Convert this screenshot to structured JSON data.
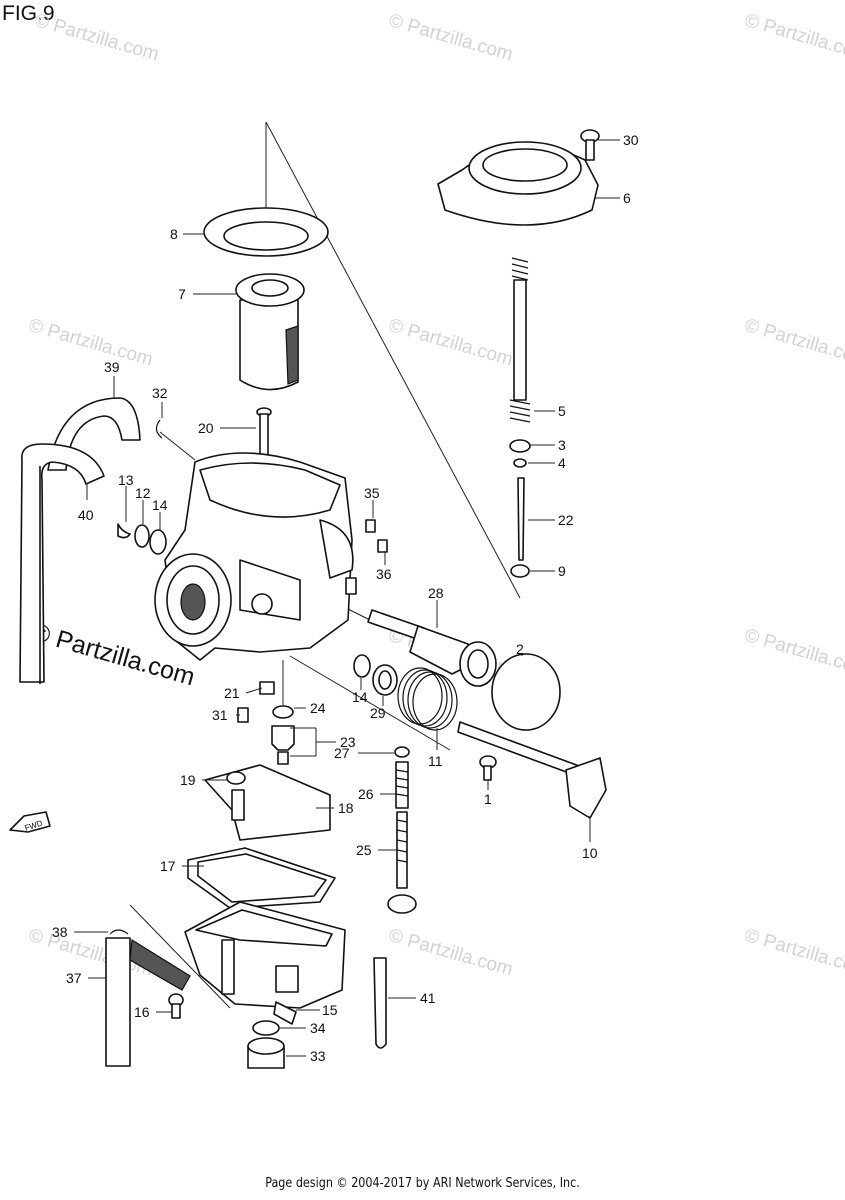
{
  "figure": {
    "title": "FIG.9"
  },
  "watermark": {
    "text": "© Partzilla.com"
  },
  "footer": {
    "text": "Page design © 2004-2017 by ARI Network Services, Inc."
  },
  "fwd_arrow": {
    "text": "FWD"
  },
  "callouts": [
    {
      "id": "30",
      "label": "30"
    },
    {
      "id": "6",
      "label": "6"
    },
    {
      "id": "8",
      "label": "8"
    },
    {
      "id": "7",
      "label": "7"
    },
    {
      "id": "39",
      "label": "39"
    },
    {
      "id": "32",
      "label": "32"
    },
    {
      "id": "5",
      "label": "5"
    },
    {
      "id": "20",
      "label": "20"
    },
    {
      "id": "3",
      "label": "3"
    },
    {
      "id": "4",
      "label": "4"
    },
    {
      "id": "40",
      "label": "40"
    },
    {
      "id": "13",
      "label": "13"
    },
    {
      "id": "12",
      "label": "12"
    },
    {
      "id": "14a",
      "label": "14"
    },
    {
      "id": "35",
      "label": "35"
    },
    {
      "id": "22",
      "label": "22"
    },
    {
      "id": "36",
      "label": "36"
    },
    {
      "id": "9",
      "label": "9"
    },
    {
      "id": "28",
      "label": "28"
    },
    {
      "id": "2",
      "label": "2"
    },
    {
      "id": "21",
      "label": "21"
    },
    {
      "id": "14b",
      "label": "14"
    },
    {
      "id": "29",
      "label": "29"
    },
    {
      "id": "24",
      "label": "24"
    },
    {
      "id": "31",
      "label": "31"
    },
    {
      "id": "23",
      "label": "23"
    },
    {
      "id": "27",
      "label": "27"
    },
    {
      "id": "11",
      "label": "11"
    },
    {
      "id": "19",
      "label": "19"
    },
    {
      "id": "26",
      "label": "26"
    },
    {
      "id": "1",
      "label": "1"
    },
    {
      "id": "18",
      "label": "18"
    },
    {
      "id": "10",
      "label": "10"
    },
    {
      "id": "25",
      "label": "25"
    },
    {
      "id": "17",
      "label": "17"
    },
    {
      "id": "38",
      "label": "38"
    },
    {
      "id": "37",
      "label": "37"
    },
    {
      "id": "41",
      "label": "41"
    },
    {
      "id": "15",
      "label": "15"
    },
    {
      "id": "16",
      "label": "16"
    },
    {
      "id": "34",
      "label": "34"
    },
    {
      "id": "33",
      "label": "33"
    }
  ]
}
